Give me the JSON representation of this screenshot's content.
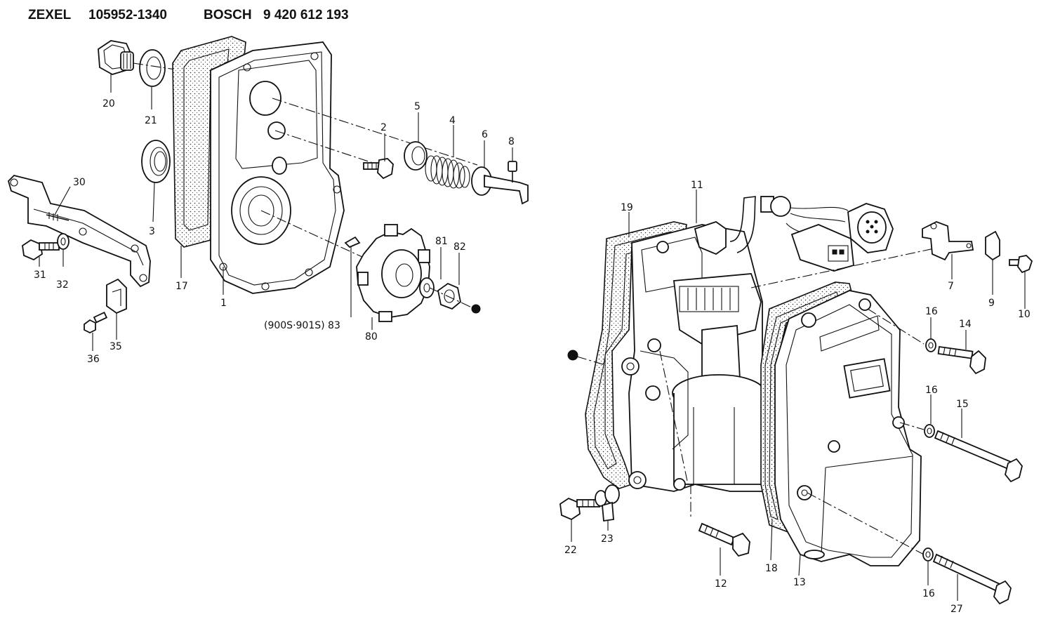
{
  "header": {
    "maker1": "ZEXEL",
    "part1": "105952-1340",
    "maker2": "BOSCH",
    "part2": "9 420 612 193"
  },
  "callouts": [
    {
      "id": "c20",
      "text": "20"
    },
    {
      "id": "c21",
      "text": "21"
    },
    {
      "id": "c3",
      "text": "3"
    },
    {
      "id": "c30",
      "text": "30"
    },
    {
      "id": "c31",
      "text": "31"
    },
    {
      "id": "c32",
      "text": "32"
    },
    {
      "id": "c17",
      "text": "17"
    },
    {
      "id": "c1",
      "text": "1"
    },
    {
      "id": "c35",
      "text": "35"
    },
    {
      "id": "c36",
      "text": "36"
    },
    {
      "id": "c2",
      "text": "2"
    },
    {
      "id": "c5",
      "text": "5"
    },
    {
      "id": "c4",
      "text": "4"
    },
    {
      "id": "c6",
      "text": "6"
    },
    {
      "id": "c8",
      "text": "8"
    },
    {
      "id": "c81",
      "text": "81"
    },
    {
      "id": "c82",
      "text": "82"
    },
    {
      "id": "c83",
      "text": "(900S·901S) 83"
    },
    {
      "id": "c80",
      "text": "80"
    },
    {
      "id": "c19",
      "text": "19"
    },
    {
      "id": "c11",
      "text": "11"
    },
    {
      "id": "c7",
      "text": "7"
    },
    {
      "id": "c9",
      "text": "9"
    },
    {
      "id": "c10",
      "text": "10"
    },
    {
      "id": "c16a",
      "text": "16"
    },
    {
      "id": "c14",
      "text": "14"
    },
    {
      "id": "c16b",
      "text": "16"
    },
    {
      "id": "c15",
      "text": "15"
    },
    {
      "id": "c22",
      "text": "22"
    },
    {
      "id": "c23",
      "text": "23"
    },
    {
      "id": "c12",
      "text": "12"
    },
    {
      "id": "c18",
      "text": "18"
    },
    {
      "id": "c13",
      "text": "13"
    },
    {
      "id": "c16c",
      "text": "16"
    },
    {
      "id": "c27",
      "text": "27"
    }
  ]
}
